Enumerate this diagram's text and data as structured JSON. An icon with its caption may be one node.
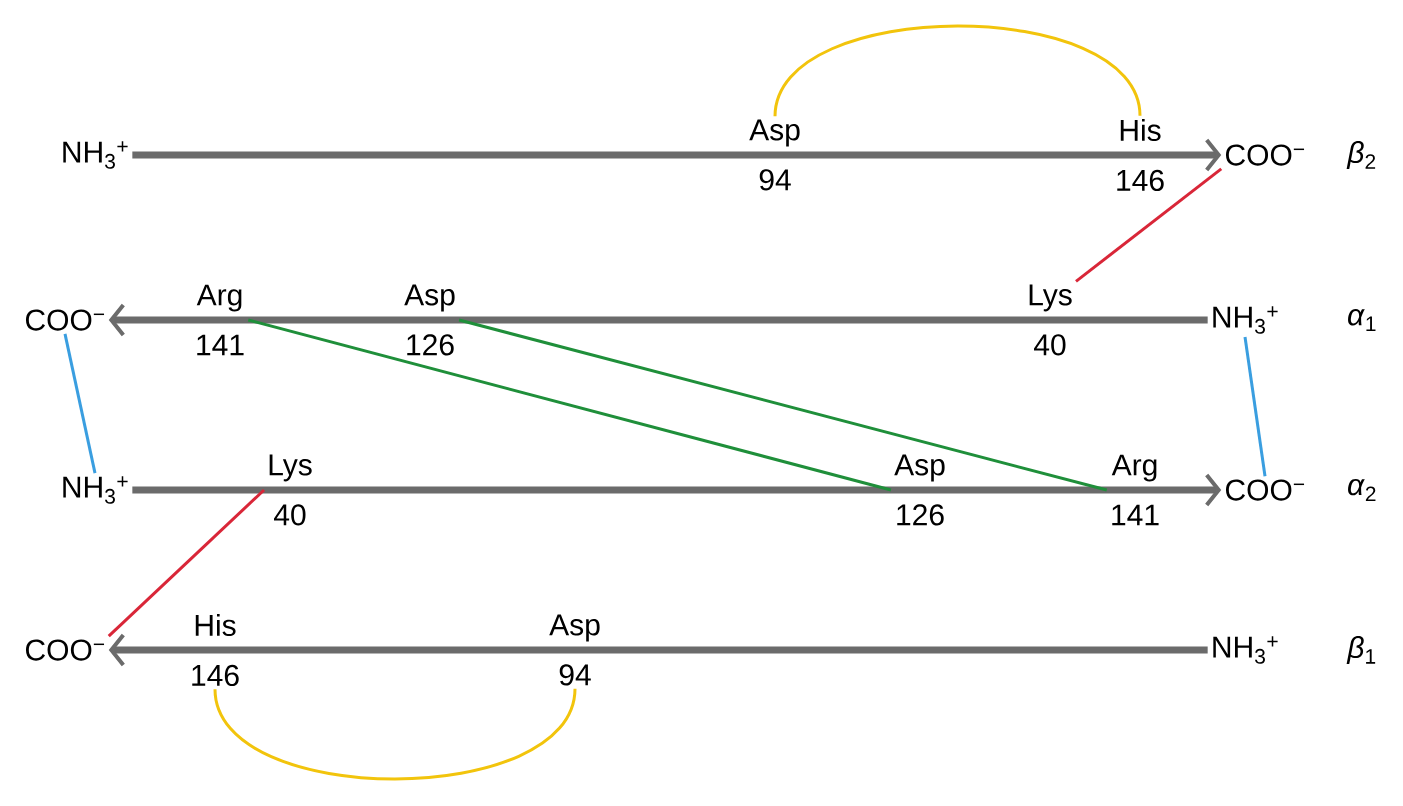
{
  "diagram": {
    "nodes": [
      {
        "text": [
          "NH$_{3}$$^{+}$"
        ]
      },
      {
        "text": [
          "Asp",
          "94"
        ]
      },
      {
        "text": [
          "His",
          "146"
        ]
      },
      {
        "text": [
          "COO$^{−}$"
        ]
      },
      {
        "text": [
          "COO$^{−}$"
        ]
      },
      {
        "text": [
          "Arg",
          "141"
        ]
      },
      {
        "text": [
          "Asp",
          "126"
        ]
      },
      {
        "text": [
          "Lys",
          "40"
        ]
      },
      {
        "text": [
          "NH$_{3}$$^{+}$"
        ]
      },
      {
        "text": [
          "NH$_{3}$$^{+}$"
        ]
      },
      {
        "text": [
          "Lys",
          "40"
        ]
      },
      {
        "text": [
          "Asp",
          "126"
        ]
      },
      {
        "text": [
          "Arg",
          "141"
        ]
      },
      {
        "text": [
          "COO$^{−}$"
        ]
      },
      {
        "text": [
          "COO$^{−}$"
        ]
      },
      {
        "text": [
          "His",
          "146"
        ]
      },
      {
        "text": [
          "Asp",
          "94"
        ]
      },
      {
        "text": [
          "NH$_{3}$$^{+}$"
        ]
      }
    ],
    "edges": [
      {
        "from": 0,
        "to": 3,
        "arrow": "to",
        "style": "thick",
        "color": "#6b6b6b"
      },
      {
        "from": 8,
        "to": 4,
        "arrow": "to",
        "style": "thick",
        "color": "#6b6b6b"
      },
      {
        "from": 9,
        "to": 13,
        "arrow": "to",
        "style": "thick",
        "color": "#6b6b6b"
      },
      {
        "from": 17,
        "to": 14,
        "arrow": "to",
        "style": "thick",
        "color": "#6b6b6b"
      },
      {
        "from": 1,
        "to": 2,
        "arrow": "none",
        "color": "#f2c40c"
      },
      {
        "from": 3,
        "to": 7,
        "arrow": "none",
        "color": "#d92638"
      },
      {
        "from": 4,
        "to": 9,
        "arrow": "none",
        "color": "#3a9ee0"
      },
      {
        "from": 8,
        "to": 13,
        "arrow": "none",
        "color": "#3a9ee0"
      },
      {
        "from": 5,
        "to": 11,
        "arrow": "none",
        "color": "#1f8f3a"
      },
      {
        "from": 6,
        "to": 12,
        "arrow": "none",
        "color": "#1f8f3a"
      },
      {
        "from": 10,
        "to": 14,
        "arrow": "none",
        "color": "#d92638"
      },
      {
        "from": 15,
        "to": 16,
        "arrow": "none",
        "color": "#f2c40c"
      }
    ],
    "labels": [
      "*β*$_{2}$",
      "*α*$_{1}$",
      "*α*$_{2}$",
      "*β*$_{1}$"
    ]
  }
}
